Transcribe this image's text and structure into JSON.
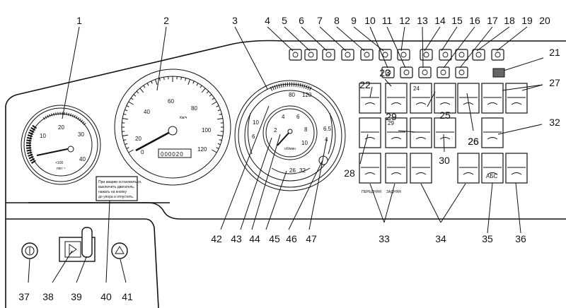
{
  "callouts": [
    "1",
    "2",
    "3",
    "4",
    "5",
    "6",
    "7",
    "8",
    "9",
    "10",
    "11",
    "12",
    "13",
    "14",
    "15",
    "16",
    "17",
    "18",
    "19",
    "20",
    "21",
    "22",
    "23",
    "24",
    "25",
    "26",
    "27",
    "28",
    "29",
    "30",
    "32",
    "42",
    "43",
    "44",
    "45",
    "46",
    "47",
    "33",
    "34",
    "35",
    "36",
    "37",
    "38",
    "39",
    "40",
    "41"
  ],
  "tachometer": {
    "ticks": [
      "10",
      "20",
      "30",
      "40"
    ],
    "unit": "×100",
    "unit2": "min⁻¹"
  },
  "speedometer": {
    "ticks": [
      "0",
      "20",
      "40",
      "60",
      "80",
      "100",
      "120"
    ],
    "unit": "Км/ч",
    "odometer": "000020"
  },
  "combo": {
    "outer_ticks": [
      "80",
      "120"
    ],
    "inner_ticks": [
      "2",
      "4",
      "6",
      "8",
      "10"
    ],
    "inner_unit": "об/мин",
    "lower_ticks": [
      "26",
      "32"
    ],
    "left_ticks": [
      "10",
      "6"
    ],
    "right_ticks": [
      "6.5",
      "4"
    ]
  },
  "warning_sticker": {
    "lines": [
      "При аварии остановиться,",
      "выключить двигатель,",
      "нажать на кнопку",
      "до упора и отпустить."
    ]
  },
  "labels": {
    "front": "ПЕРЕДНЯЯ",
    "rear": "ЗАДНЯЯ",
    "abs": "АБС",
    "switch24": "24",
    "switch29": "29"
  }
}
